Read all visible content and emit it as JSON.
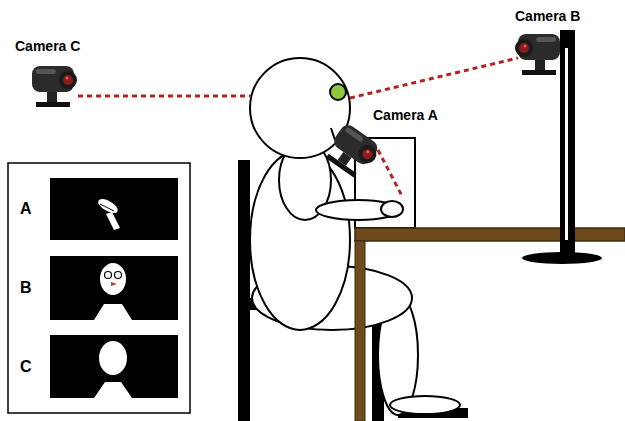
{
  "diagram": {
    "nodes": [
      {
        "text": [
          "A"
        ]
      },
      {
        "text": [
          "B"
        ]
      },
      {
        "text": [
          "C"
        ]
      }
    ],
    "labels": [
      "Camera B",
      "Camera C",
      "Camera A"
    ]
  }
}
